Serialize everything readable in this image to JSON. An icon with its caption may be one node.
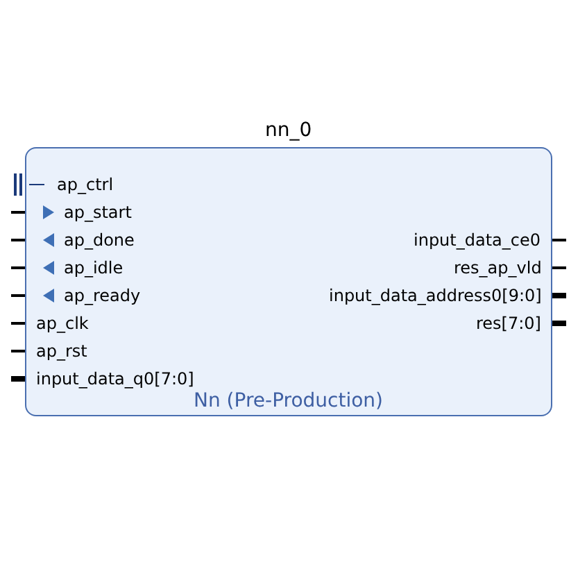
{
  "diagram": {
    "nodes": [
      {
        "text": [
          "nn_0",
          "Nn (Pre-Production)"
        ]
      }
    ],
    "edges": [],
    "labels": [
      "ap_ctrl",
      "ap_start",
      "ap_done",
      "input_data_ce0",
      "ap_idle",
      "res_ap_vld",
      "ap_ready",
      "input_data_address0[9:0]",
      "ap_clk",
      "res[7:0]",
      "ap_rst",
      "input_data_q0[7:0]"
    ]
  }
}
